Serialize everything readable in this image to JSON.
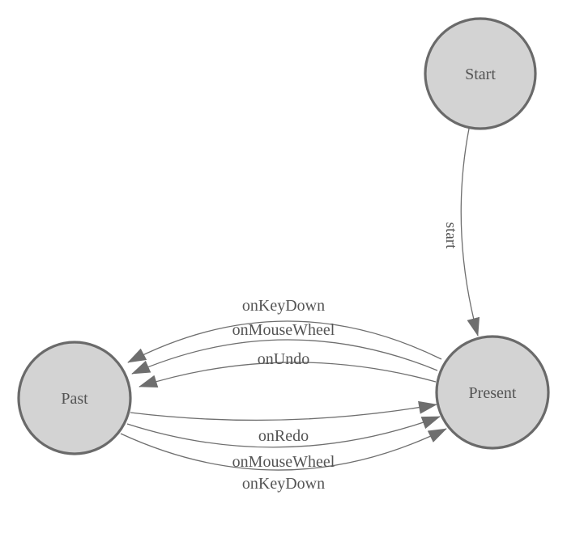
{
  "diagram": {
    "type": "state-machine",
    "nodes": [
      {
        "id": "start",
        "label": "Start"
      },
      {
        "id": "past",
        "label": "Past"
      },
      {
        "id": "present",
        "label": "Present"
      }
    ],
    "edges": [
      {
        "from": "start",
        "to": "present",
        "label": "start"
      },
      {
        "from": "present",
        "to": "past",
        "label": "onKeyDown"
      },
      {
        "from": "present",
        "to": "past",
        "label": "onMouseWheel"
      },
      {
        "from": "present",
        "to": "past",
        "label": "onUndo"
      },
      {
        "from": "past",
        "to": "present",
        "label": "onRedo"
      },
      {
        "from": "past",
        "to": "present",
        "label": "onMouseWheel"
      },
      {
        "from": "past",
        "to": "present",
        "label": "onKeyDown"
      }
    ],
    "colors": {
      "node_fill": "#d3d3d3",
      "node_stroke": "#6a6a6a",
      "edge_stroke": "#6e6e6e",
      "label_text": "#545454"
    }
  }
}
